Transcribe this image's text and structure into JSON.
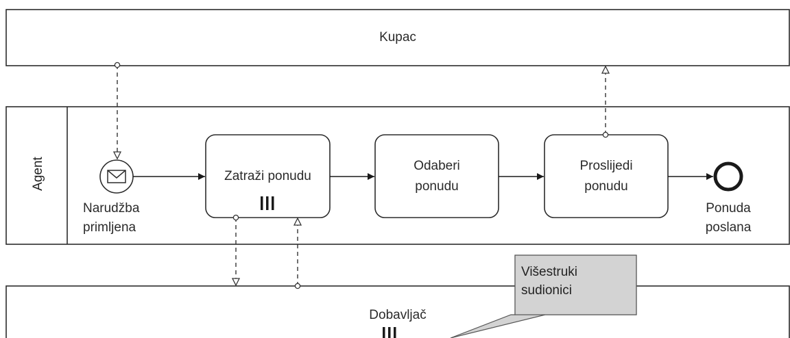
{
  "pools": {
    "customer": "Kupac",
    "agent": "Agent",
    "supplier": "Dobavljač"
  },
  "events": {
    "start_line1": "Narudžba",
    "start_line2": "primljena",
    "end_line1": "Ponuda",
    "end_line2": "poslana"
  },
  "tasks": {
    "request_quote": "Zatraži ponudu",
    "select_quote_line1": "Odaberi",
    "select_quote_line2": "ponudu",
    "forward_quote_line1": "Proslijedi",
    "forward_quote_line2": "ponudu"
  },
  "annotation": {
    "line1": "Višestruki",
    "line2": "sudionici"
  },
  "icons": {
    "start_event": "envelope-icon",
    "multi_instance": "parallel-multi-instance-icon",
    "end_event": "end-event-icon"
  },
  "colors": {
    "stroke": "#2b2b2b",
    "note_fill": "#d3d3d3"
  }
}
